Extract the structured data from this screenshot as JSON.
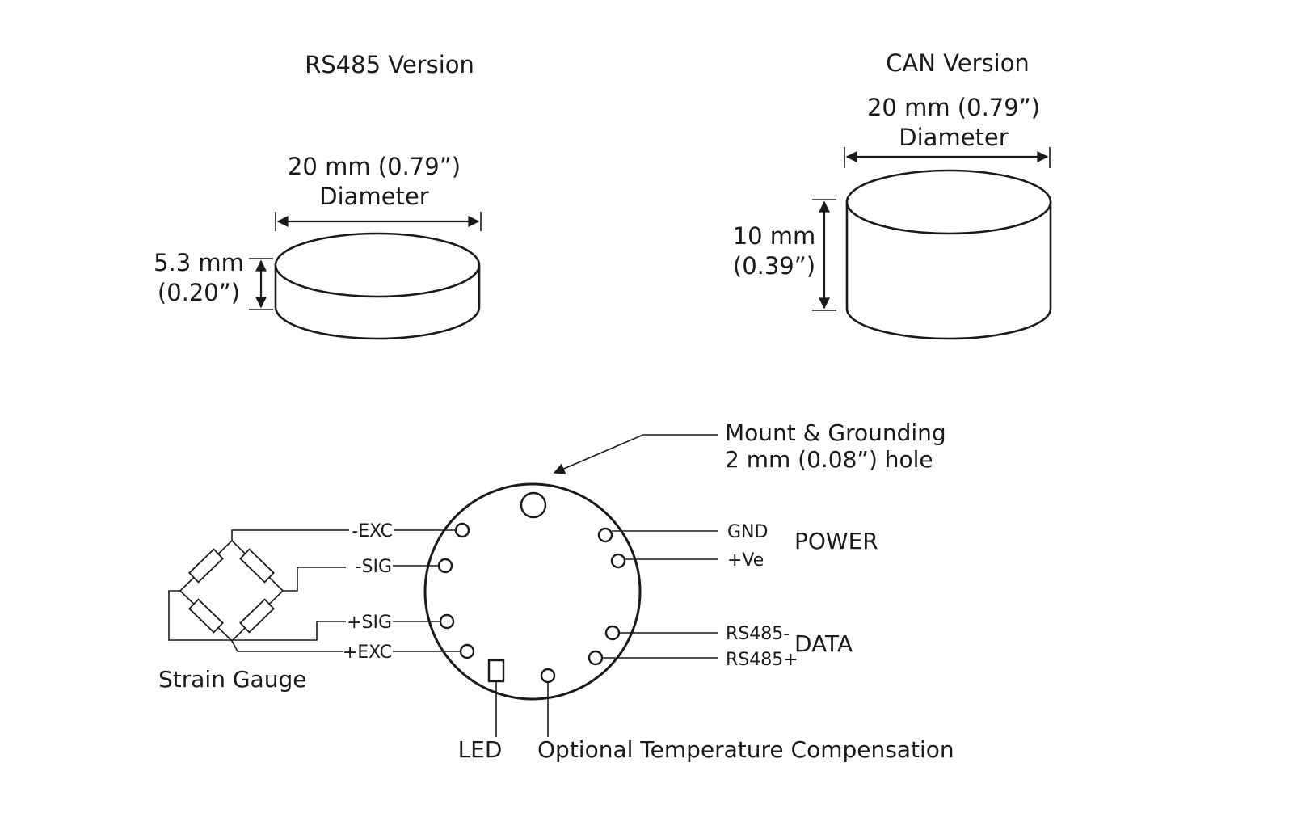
{
  "rs485": {
    "title": "RS485 Version",
    "diameter_line1": "20 mm (0.79”)",
    "diameter_line2": "Diameter",
    "height_line1": "5.3 mm",
    "height_line2": "(0.20”)"
  },
  "can": {
    "title": "CAN Version",
    "diameter_line1": "20 mm (0.79”)",
    "diameter_line2": "Diameter",
    "height_line1": "10 mm",
    "height_line2": "(0.39”)"
  },
  "pinout": {
    "mount_line1": "Mount & Grounding",
    "mount_line2": "2 mm (0.08”) hole",
    "left_pins": [
      "-EXC",
      "-SIG",
      "+SIG",
      "+EXC"
    ],
    "power_pins": [
      "GND",
      "+Ve"
    ],
    "power_group": "POWER",
    "data_pins": [
      "RS485-",
      "RS485+"
    ],
    "data_group": "DATA",
    "strain_gauge": "Strain Gauge",
    "led": "LED",
    "temp_comp": "Optional Temperature Compensation"
  },
  "colors": {
    "ink": "#1a1a1a",
    "background": "#ffffff"
  }
}
